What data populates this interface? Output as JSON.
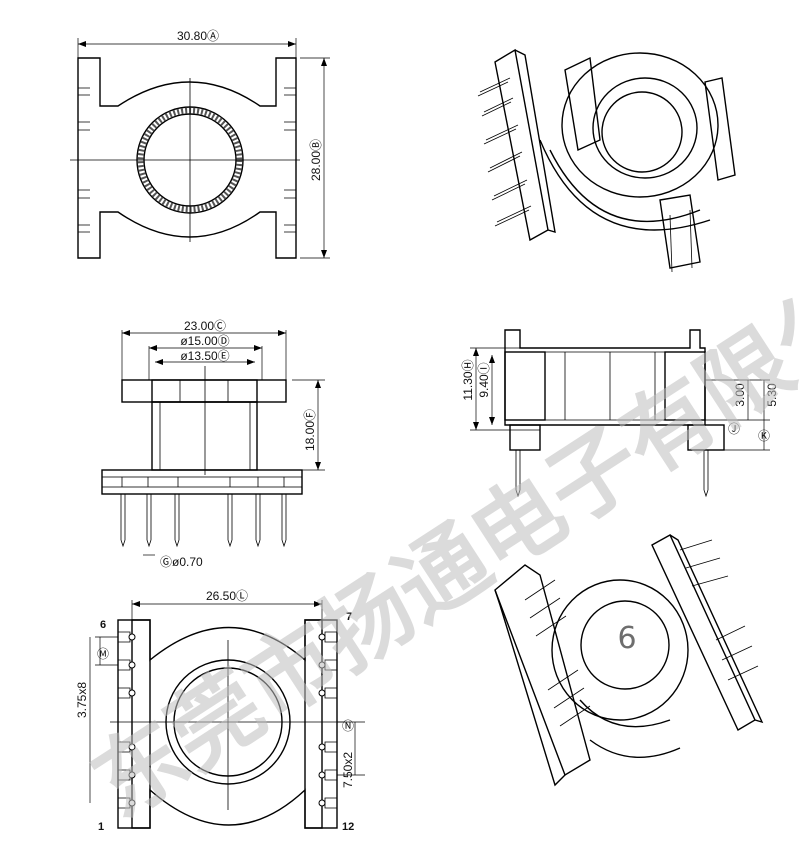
{
  "top_view": {
    "width_dim": "30.80Ⓐ",
    "height_dim": "28.00Ⓑ"
  },
  "front_view": {
    "base_width_dim": "23.00Ⓒ",
    "outer_dia_dim": "ø15.00Ⓓ",
    "inner_dia_dim": "ø13.50Ⓔ",
    "height_dim": "18.00Ⓕ",
    "pin_dia_dim": "Ⓖø0.70"
  },
  "side_view": {
    "dim_h": "11.30Ⓗ",
    "dim_i": "9.40Ⓘ",
    "dim_j": "3.00",
    "dim_k": "5.30",
    "marker_j": "Ⓙ",
    "marker_k": "Ⓚ"
  },
  "bottom_view": {
    "width_dim": "26.50Ⓛ",
    "pitch_dim": "3.75x8",
    "pitch_marker": "Ⓜ",
    "pin_row_dim": "7.50x2",
    "pin_row_marker": "Ⓝ",
    "pin_labels": [
      "6",
      "7",
      "1",
      "12"
    ]
  },
  "iso_view_bottom": {
    "part_label": "6"
  },
  "watermark": "东莞市扬通电子有限公司"
}
